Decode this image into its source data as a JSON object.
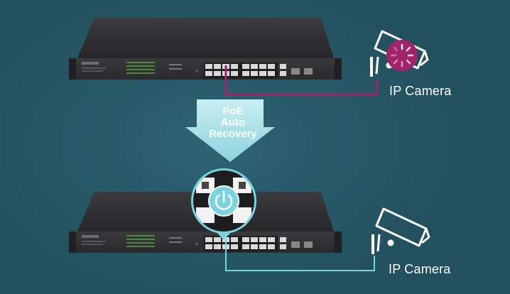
{
  "top_camera": {
    "label": "IP Camera"
  },
  "bottom_camera": {
    "label": "IP Camera"
  },
  "arrow": {
    "line1": "PoE",
    "line2": "Auto",
    "line3": "Recovery"
  },
  "colors": {
    "background": "#24505f",
    "faulty_link": "#a3236b",
    "recovered_link": "#7ad4e0",
    "arrow_fill": "#aee3ea",
    "switch_body": "#2f2f31"
  },
  "icons": {
    "top": [
      "switch-image",
      "ip-camera-icon",
      "loading-spinner-icon"
    ],
    "bottom": [
      "switch-image",
      "ip-camera-icon",
      "power-restore-icon"
    ]
  }
}
